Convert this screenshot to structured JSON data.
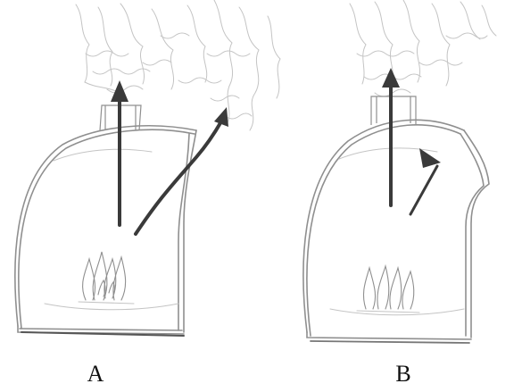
{
  "panels": [
    {
      "id": "A",
      "label": "A"
    },
    {
      "id": "B",
      "label": "B"
    }
  ],
  "colors": {
    "pencil": "#8f8f8f",
    "pencil_light": "#c4c4c4",
    "arrow": "#3a3a3a"
  }
}
